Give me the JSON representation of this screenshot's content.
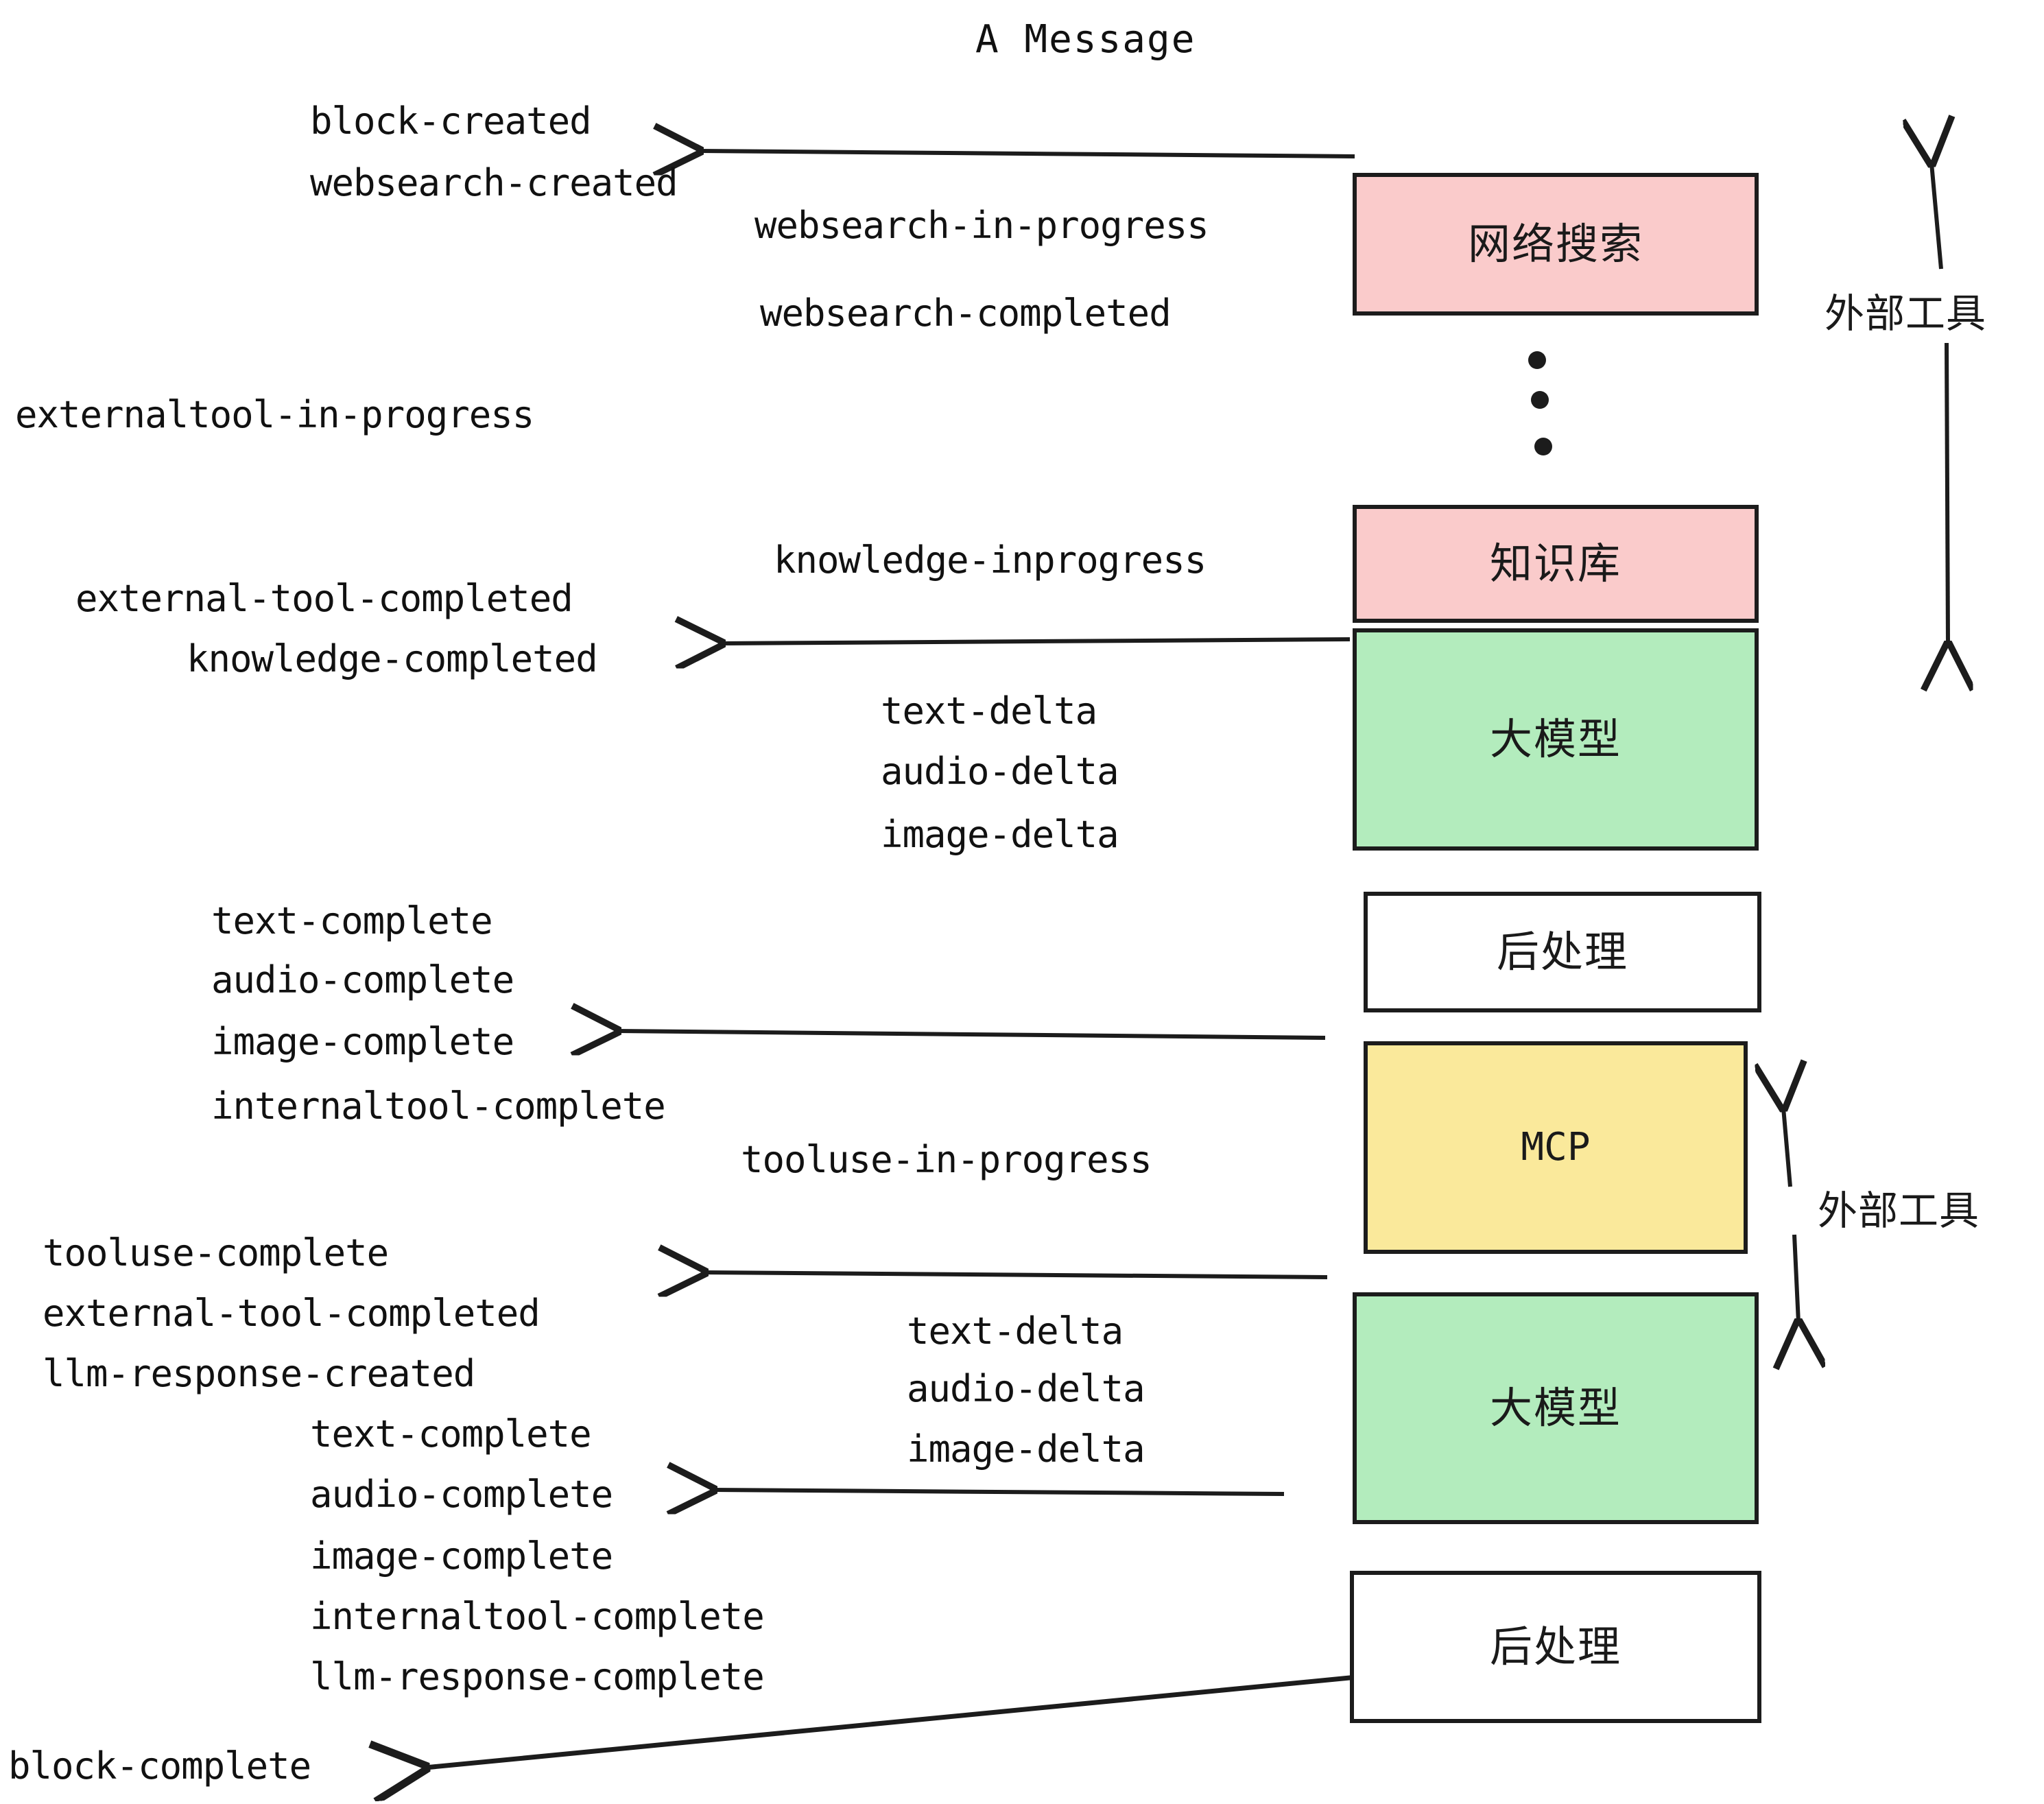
{
  "title": "A Message",
  "colors": {
    "pink": "#FACBCB",
    "green": "#B3ECBD",
    "yellow": "#FAE99B",
    "white": "#FFFFFF",
    "stroke": "#1C1C1C",
    "text": "#111111"
  },
  "boxes": [
    {
      "id": "websearch",
      "label": "网络搜索",
      "fill": "#FACBCB"
    },
    {
      "id": "knowledge",
      "label": "知识库",
      "fill": "#FACBCB"
    },
    {
      "id": "llm-top",
      "label": "大模型",
      "fill": "#B3ECBD"
    },
    {
      "id": "post-top",
      "label": "后处理",
      "fill": "#FFFFFF"
    },
    {
      "id": "mcp",
      "label": "MCP",
      "fill": "#FAE99B"
    },
    {
      "id": "llm-bottom",
      "label": "大模型",
      "fill": "#B3ECBD"
    },
    {
      "id": "post-bottom",
      "label": "后处理",
      "fill": "#FFFFFF"
    }
  ],
  "side_annotations": [
    {
      "id": "external-tool-top",
      "label": "外部工具"
    },
    {
      "id": "external-tool-bottom",
      "label": "外部工具"
    }
  ],
  "events": [
    {
      "id": "block-created",
      "text": "block-created"
    },
    {
      "id": "websearch-created",
      "text": "websearch-created"
    },
    {
      "id": "websearch-in-progress",
      "text": "websearch-in-progress"
    },
    {
      "id": "websearch-completed",
      "text": "websearch-completed"
    },
    {
      "id": "externaltool-in-progress",
      "text": "externaltool-in-progress"
    },
    {
      "id": "knowledge-inprogress",
      "text": "knowledge-inprogress"
    },
    {
      "id": "external-tool-completed-1",
      "text": "external-tool-completed"
    },
    {
      "id": "knowledge-completed",
      "text": "knowledge-completed"
    },
    {
      "id": "text-delta-1",
      "text": "text-delta"
    },
    {
      "id": "audio-delta-1",
      "text": "audio-delta"
    },
    {
      "id": "image-delta-1",
      "text": "image-delta"
    },
    {
      "id": "text-complete-1",
      "text": "text-complete"
    },
    {
      "id": "audio-complete-1",
      "text": "audio-complete"
    },
    {
      "id": "image-complete-1",
      "text": "image-complete"
    },
    {
      "id": "internaltool-complete-1",
      "text": "internaltool-complete"
    },
    {
      "id": "tooluse-in-progress",
      "text": "tooluse-in-progress"
    },
    {
      "id": "tooluse-complete",
      "text": "tooluse-complete"
    },
    {
      "id": "external-tool-completed-2",
      "text": "external-tool-completed"
    },
    {
      "id": "llm-response-created",
      "text": "llm-response-created"
    },
    {
      "id": "text-delta-2",
      "text": "text-delta"
    },
    {
      "id": "audio-delta-2",
      "text": "audio-delta"
    },
    {
      "id": "image-delta-2",
      "text": "image-delta"
    },
    {
      "id": "text-complete-2",
      "text": "text-complete"
    },
    {
      "id": "audio-complete-2",
      "text": "audio-complete"
    },
    {
      "id": "image-complete-2",
      "text": "image-complete"
    },
    {
      "id": "internaltool-complete-2",
      "text": "internaltool-complete"
    },
    {
      "id": "llm-response-complete",
      "text": "llm-response-complete"
    },
    {
      "id": "block-complete",
      "text": "block-complete"
    }
  ]
}
